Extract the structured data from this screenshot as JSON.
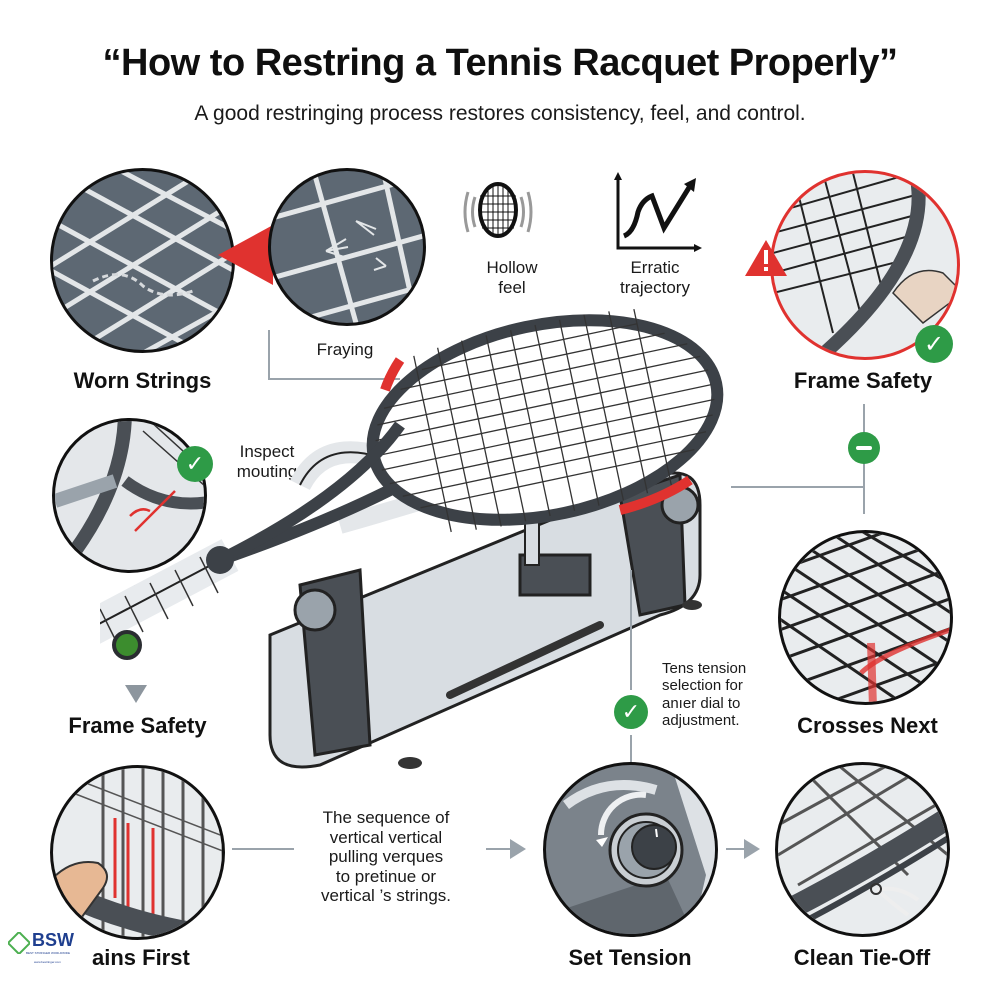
{
  "header": {
    "title": "“How to Restring a Tennis Racquet Properly”",
    "subtitle": "A good restringing process restores consistency, feel, and control."
  },
  "sections": {
    "worn_strings": {
      "label": "Worn Strings"
    },
    "fraying": {
      "label": "Fraying"
    },
    "hollow_feel": {
      "label_line1": "Hollow",
      "label_line2": "feel"
    },
    "erratic_trajectory": {
      "label_line1": "Erratic",
      "label_line2": "trajectory"
    },
    "frame_safety_top": {
      "label": "Frame Safety"
    },
    "inspect_mounting": {
      "label_line1": "Inspect",
      "label_line2": "mouting"
    },
    "frame_safety_left": {
      "label": "Frame Safety"
    },
    "tension_note": {
      "lines": [
        "Tens tension",
        "selection for",
        "anıer dial to",
        "adjustment."
      ]
    },
    "crosses_next": {
      "label": "Crosses Next"
    },
    "mains_first": {
      "label": "ains First"
    },
    "sequence_note": {
      "lines": [
        "The sequence of",
        "vertical vertical",
        "pulling verques",
        "to pretinue or",
        "vertical ’s strings."
      ]
    },
    "set_tension": {
      "label": "Set Tension"
    },
    "clean_tie_off": {
      "label": "Clean Tie-Off"
    }
  },
  "logo": {
    "text": "BSW",
    "tagline": "BEST STRINGER WORLDWIDE",
    "url_text": "www.bestringer.com"
  },
  "icons": {
    "check": "✓",
    "warning": "!",
    "minus": "—"
  },
  "colors": {
    "accent_red": "#e0322f",
    "success_green": "#2e9b47",
    "string_bg": "#5d6873",
    "connector": "#9aa3ab",
    "machine_dark": "#4a4f55",
    "machine_light": "#d8dde2"
  }
}
